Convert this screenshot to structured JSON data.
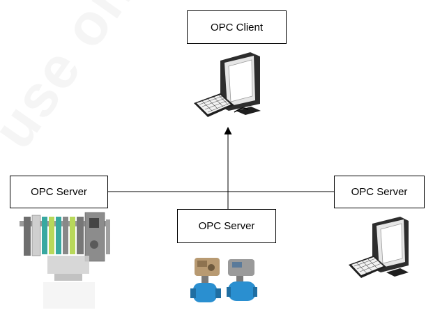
{
  "diagram": {
    "client": {
      "label": "OPC Client"
    },
    "servers": [
      {
        "label": "OPC Server"
      },
      {
        "label": "OPC Server"
      },
      {
        "label": "OPC Server"
      }
    ],
    "watermark": "use only - dis",
    "colors": {
      "line": "#000000",
      "box_border": "#000000",
      "monitor_gray": "#c9c9c9",
      "valve_blue": "#2a8fd0",
      "valve_tan": "#b89a72",
      "plc_teal": "#38a8a0"
    },
    "icons": [
      "computer-icon",
      "computer-icon",
      "plc-rack-icon",
      "valve-actuators-icon"
    ]
  }
}
